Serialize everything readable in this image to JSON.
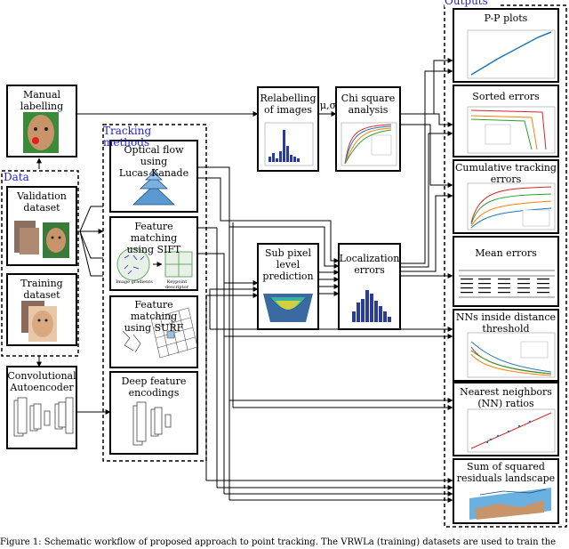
{
  "groups": {
    "data": "Data",
    "tracking": "Tracking methods",
    "outputs": "Outputs"
  },
  "inputs": {
    "manual_line1": "Manual",
    "manual_line2": "labelling",
    "validation_line1": "Validation",
    "validation_line2": "dataset",
    "training_line1": "Training",
    "training_line2": "dataset",
    "cae_line1": "Convolutional",
    "cae_line2": "Autoencoder"
  },
  "methods": {
    "of_line1": "Optical flow using",
    "of_line2": "Lucas Kanade",
    "sift_line1": "Feature matching",
    "sift_line2": "using SIFT",
    "sift_sub1": "Image gradients",
    "sift_sub2": "Keypoint descriptor",
    "surf_line1": "Feature matching",
    "surf_line2": "using SURF",
    "deep_line1": "Deep feature",
    "deep_line2": "encodings"
  },
  "processing": {
    "relabel_line1": "Relabelling",
    "relabel_line2": "of images",
    "musigma": "μ,σ",
    "chi_line1": "Chi square",
    "chi_line2": "analysis",
    "subpixel_line1": "Sub pixel",
    "subpixel_line2": "level",
    "subpixel_line3": "prediction",
    "loc_line1": "Localization",
    "loc_line2": "errors"
  },
  "outputs": {
    "pp": "P-P plots",
    "sorted": "Sorted errors",
    "cum_line1": "Cumulative tracking",
    "cum_line2": "errors",
    "mean": "Mean errors",
    "nn_line1": "NNs inside distance",
    "nn_line2": "threshold",
    "ratio_line1": "Nearest neighbors",
    "ratio_line2": "(NN) ratios",
    "ssr_line1": "Sum of squared",
    "ssr_line2": "residuals landscape"
  },
  "caption": "Figure 1: Schematic workflow of proposed approach to point tracking. The VRWLa (training) datasets are used to train the",
  "colors": {
    "accent_blue": "#1f1fd0",
    "hist_blue": "#2a3c9a",
    "line_red": "#d62728",
    "line_green": "#2ca02c",
    "line_orange": "#ff7f0e",
    "skin": "#c8956a"
  }
}
